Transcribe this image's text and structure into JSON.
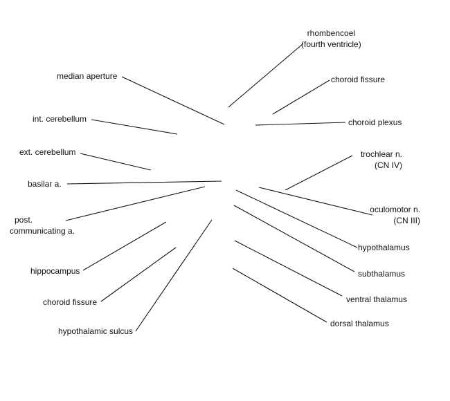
{
  "labels": {
    "rhombencoel": {
      "line1": "rhombencoel",
      "line2": "(fourth ventricle)"
    },
    "median_aperture": "median aperture",
    "choroid_fissure_upper": "choroid fissure",
    "int_cerebellum": "int. cerebellum",
    "choroid_plexus": "choroid plexus",
    "ext_cerebellum": "ext. cerebellum",
    "trochlear": {
      "line1": "trochlear n.",
      "line2": "(CN IV)"
    },
    "basilar": "basilar a.",
    "post_communicating": {
      "line1": "post.",
      "line2": "communicating a."
    },
    "oculomotor": {
      "line1": "oculomotor n.",
      "line2": "(CN III)"
    },
    "hypothalamus": "hypothalamus",
    "hippocampus": "hippocampus",
    "subthalamus": "subthalamus",
    "choroid_fissure_lower": "choroid fissure",
    "ventral_thalamus": "ventral thalamus",
    "dorsal_thalamus": "dorsal thalamus",
    "hypothalamic_sulcus": "hypothalamic sulcus"
  }
}
